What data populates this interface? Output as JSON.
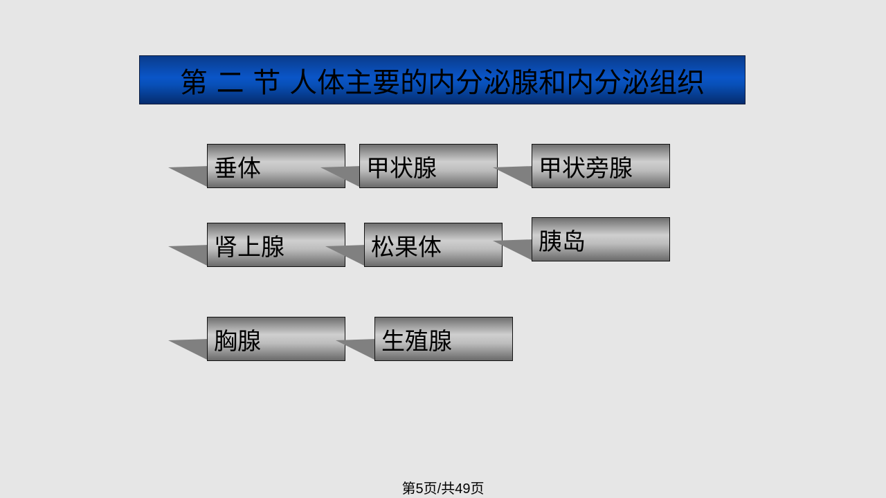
{
  "title": "第 二 节  人体主要的内分泌腺和内分泌组织",
  "glands": [
    {
      "label": "垂体"
    },
    {
      "label": "甲状腺"
    },
    {
      "label": "甲状旁腺"
    },
    {
      "label": "肾上腺"
    },
    {
      "label": "松果体"
    },
    {
      "label": "胰岛"
    },
    {
      "label": "胸腺"
    },
    {
      "label": "生殖腺"
    }
  ],
  "footer": "第5页/共49页",
  "colors": {
    "background": "#e6e6e6",
    "title_bar": "#0a55c8",
    "box_mid": "#cfcfcf",
    "shadow": "#808080"
  }
}
